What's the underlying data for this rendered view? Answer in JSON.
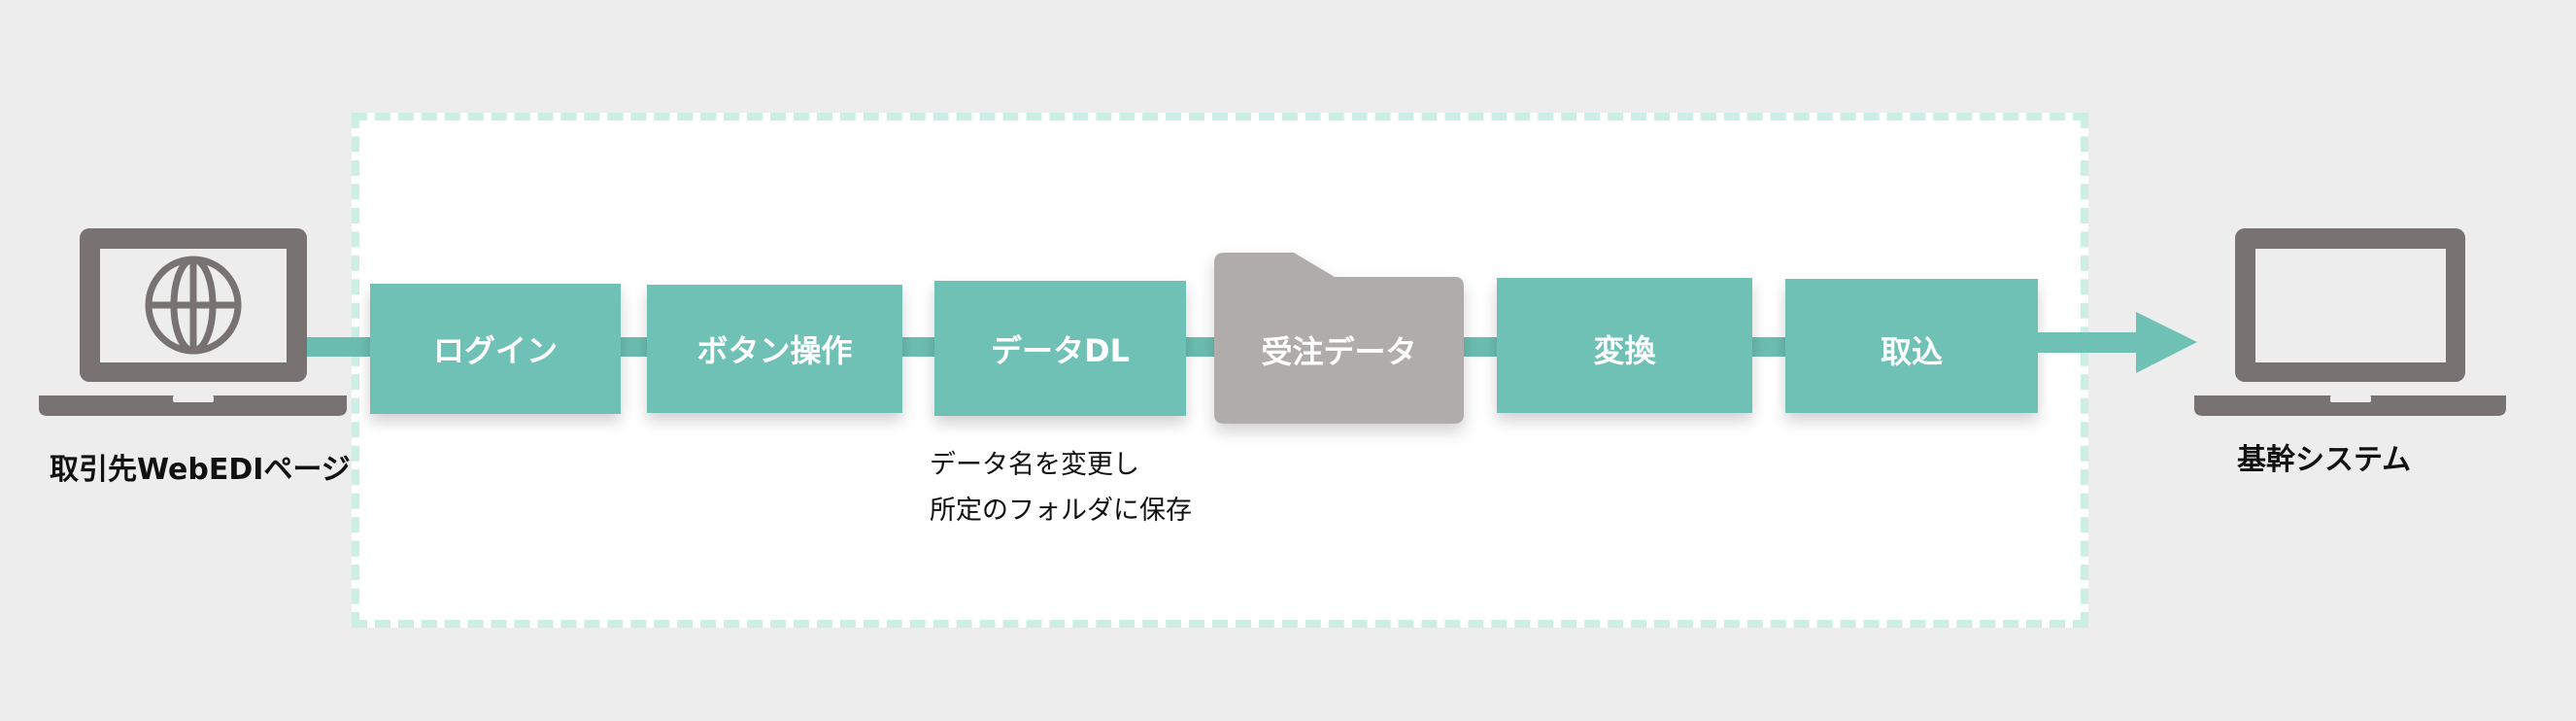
{
  "source": {
    "label": "取引先WebEDIページ",
    "icon": "globe-icon"
  },
  "steps": [
    {
      "label": "ログイン"
    },
    {
      "label": "ボタン操作"
    },
    {
      "label": "データDL"
    },
    {
      "label": "受注データ"
    },
    {
      "label": "変換"
    },
    {
      "label": "取込"
    }
  ],
  "note": {
    "line1": "データ名を変更し",
    "line2": "所定のフォルダに保存"
  },
  "target": {
    "label": "基幹システム"
  },
  "colors": {
    "teal": "#6fc1b5",
    "laptop": "#797272",
    "folder": "#b0acab",
    "dash": "#cdeee5",
    "background": "#ededed"
  }
}
